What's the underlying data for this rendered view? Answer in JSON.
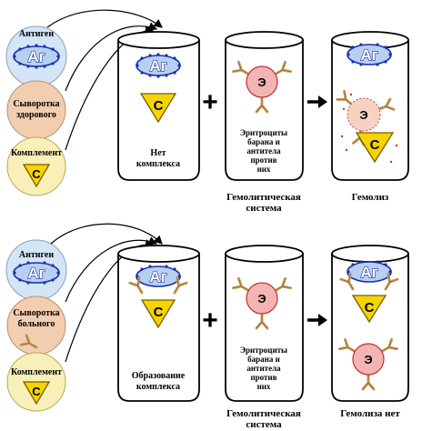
{
  "top": {
    "antigen_title": "Антиген",
    "antigen_symbol": "Аг",
    "serum_line1": "Сыворотка",
    "serum_line2": "здорового",
    "complement_title": "Комплемент",
    "complement_symbol": "С",
    "tube1_line1": "Нет",
    "tube1_line2": "комплекса",
    "tube2_line1": "Эритроциты",
    "tube2_line2": "барана и",
    "tube2_line3": "антитела",
    "tube2_line4": "против",
    "tube2_line5": "них",
    "erythrocyte_symbol": "Э",
    "system_line1": "Гемолитическая",
    "system_line2": "система",
    "result": "Гемолиз"
  },
  "bottom": {
    "antigen_title": "Антиген",
    "antigen_symbol": "Аг",
    "serum_line1": "Сыворотка",
    "serum_line2": "больного",
    "complement_title": "Комплемент",
    "complement_symbol": "С",
    "tube1_line1": "Образование",
    "tube1_line2": "комплекса",
    "tube2_line1": "Эритроциты",
    "tube2_line2": "барана и",
    "tube2_line3": "антитела",
    "tube2_line4": "против",
    "tube2_line5": "них",
    "erythrocyte_symbol": "Э",
    "system_line1": "Гемолитическая",
    "system_line2": "система",
    "result": "Гемолиза нет"
  },
  "operators": {
    "plus": "+",
    "arrow": "→"
  },
  "colors": {
    "antigen_circle": "#d4e5f7",
    "serum_circle": "#f2cdb0",
    "complement_circle": "#f8f0b8",
    "antigen_ellipse_stroke": "#1a2fae",
    "triangle_fill": "#f5d400",
    "erythrocyte_fill": "#f3b4b4",
    "antibody": "#c8a060"
  }
}
